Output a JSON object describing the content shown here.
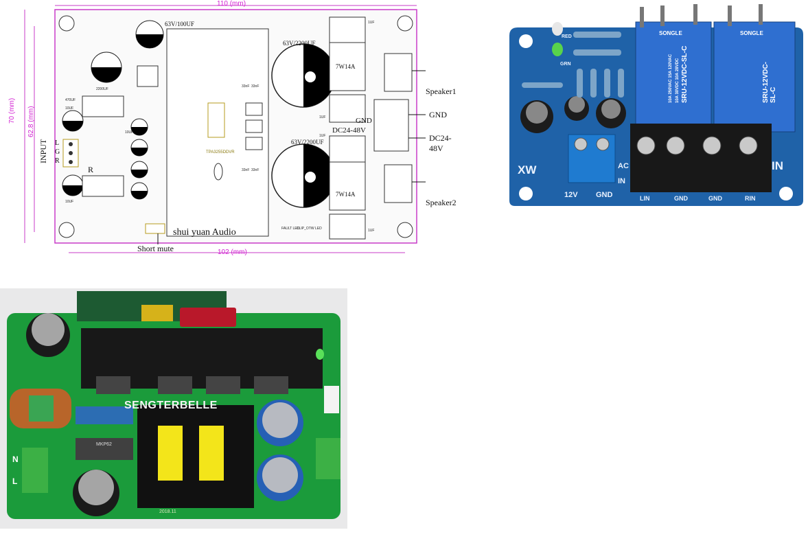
{
  "schematic": {
    "dim_top": "110 (mm)",
    "dim_bottom": "102 (mm)",
    "dim_left_outer": "70 (mm)",
    "dim_left_inner": "62.8 (mm)",
    "input_label": "INPUT",
    "input_pins": [
      "L",
      "G",
      "R"
    ],
    "r_label": "R",
    "cap_top": "63V/100UF",
    "cap_big_1": "63V/2200UF",
    "cap_big_2": "63V/2200UF",
    "inductor_1": "7W14A",
    "inductor_2": "7W14A",
    "chip_label": "TPA3255DDVR",
    "brand": "shui yuan Audio",
    "short_mute": "Short mute",
    "speaker1": "Speaker1",
    "speaker2": "Speaker2",
    "gnd_label": "GND",
    "gnd_label_2": "GND",
    "dc_label": "DC24-48V",
    "dc_label_2": "DC24-48V",
    "fault_led": "FAULT LED",
    "clip_led": "CLIP_OTW LED",
    "small_caps": [
      "1UF",
      "1UF",
      "1UF",
      "1UF",
      "470UF",
      "10UF",
      "10UF",
      "10UF",
      "2200UF",
      "33nF",
      "33nF",
      "33nF",
      "33nF"
    ]
  },
  "relay_board": {
    "relay_brand": "SONGLE",
    "relay_model": "SRU-12VDC-SL-C",
    "relay_rating_1": "10A 250VAC 15A 120VAC",
    "relay_rating_2": "10A 30VDC 10A 28VDC",
    "silk_xw": "XW",
    "silk_in": "IN",
    "silk_ac": "AC",
    "silk_in2": "IN",
    "led_red_label": "RED",
    "led_green_label": "GRN",
    "terminal_left": [
      "12V",
      "GND"
    ],
    "terminal_right": [
      "LIN",
      "GND",
      "GND",
      "RIN"
    ]
  },
  "psu_board": {
    "brand": "SENGTERBELLE",
    "year_mark": "2018.11",
    "silk_n": "N",
    "silk_l": "L",
    "cap_marking": "MKP62"
  }
}
